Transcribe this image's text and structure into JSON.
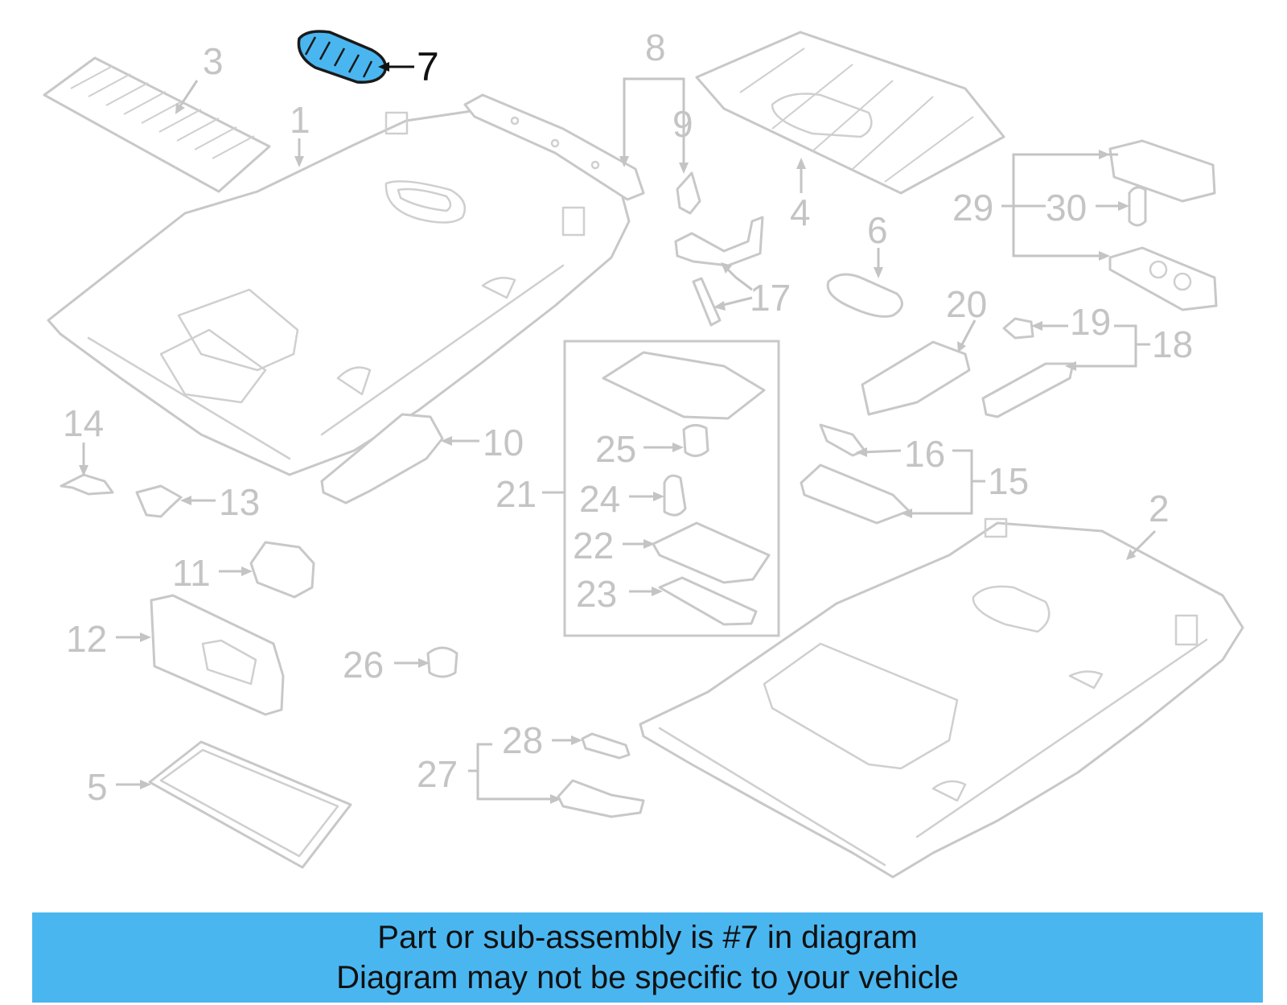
{
  "callouts": {
    "c1": "1",
    "c2": "2",
    "c3": "3",
    "c4": "4",
    "c5": "5",
    "c6": "6",
    "c7": "7",
    "c8": "8",
    "c9": "9",
    "c10": "10",
    "c11": "11",
    "c12": "12",
    "c13": "13",
    "c14": "14",
    "c15": "15",
    "c16": "16",
    "c17": "17",
    "c18": "18",
    "c19": "19",
    "c20": "20",
    "c21": "21",
    "c22": "22",
    "c23": "23",
    "c24": "24",
    "c25": "25",
    "c26": "26",
    "c27": "27",
    "c28": "28",
    "c29": "29",
    "c30": "30"
  },
  "highlight": {
    "part_number": "7",
    "color": "#4ab6f0"
  },
  "banner": {
    "line1": "Part or sub-assembly is #7 in diagram",
    "line2": "Diagram may not be specific to your vehicle",
    "background": "#4ab6f0"
  }
}
